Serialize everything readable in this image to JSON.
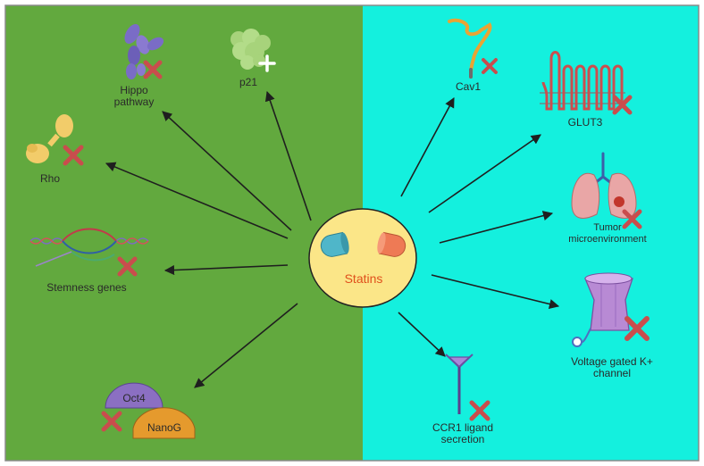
{
  "center": {
    "label": "Statins"
  },
  "left_targets": [
    {
      "id": "hippo",
      "label_lines": [
        "Hippo",
        "pathway"
      ],
      "effect": "inhibit"
    },
    {
      "id": "p21",
      "label_lines": [
        "p21"
      ],
      "effect": "activate"
    },
    {
      "id": "rho",
      "label_lines": [
        "Rho"
      ],
      "effect": "inhibit"
    },
    {
      "id": "stemness",
      "label_lines": [
        "Stemness genes"
      ],
      "effect": "inhibit"
    },
    {
      "id": "oct4-nanog",
      "label_lines": [
        "Oct4",
        "NanoG"
      ],
      "effect": "inhibit"
    }
  ],
  "right_targets": [
    {
      "id": "cav1",
      "label_lines": [
        "Cav1"
      ],
      "effect": "inhibit"
    },
    {
      "id": "glut3",
      "label_lines": [
        "GLUT3"
      ],
      "effect": "inhibit"
    },
    {
      "id": "tumor",
      "label_lines": [
        "Tumor",
        "microenvironment"
      ],
      "effect": "inhibit"
    },
    {
      "id": "kchannel",
      "label_lines": [
        "Voltage gated K+",
        "channel"
      ],
      "effect": "inhibit"
    },
    {
      "id": "ccr1",
      "label_lines": [
        "CCR1 ligand",
        "secretion"
      ],
      "effect": "inhibit"
    }
  ],
  "colors": {
    "left_panel": "#62a93e",
    "right_panel": "#14f0de",
    "center_fill": "#fbe688",
    "inhibit": "#c94d4d",
    "arrow": "#1f1f1f"
  }
}
